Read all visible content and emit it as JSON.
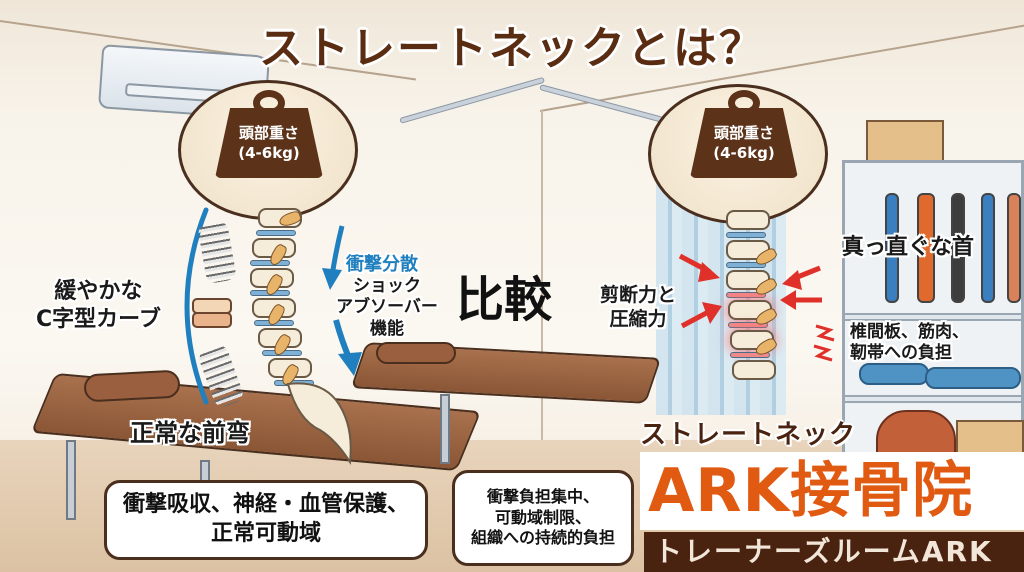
{
  "title": "ストレートネックとは？",
  "compare_label": "比較",
  "normal_side": {
    "weight_label_line1": "頭部重さ",
    "weight_label_line2": "(4-6kg)",
    "curve_label_line1": "緩やかな",
    "curve_label_line2": "C字型カーブ",
    "lordosis_label": "正常な前弯",
    "shock_title": "衝撃分散",
    "shock_line1": "ショック",
    "shock_line2": "アブソーバー",
    "shock_line3": "機能",
    "benefit_line1": "衝撃吸収、神経・血管保護、",
    "benefit_line2": "正常可動域"
  },
  "straight_side": {
    "weight_label_line1": "頭部重さ",
    "weight_label_line2": "(4-6kg)",
    "straight_neck_label": "真っ直ぐな首",
    "force_line1": "剪断力と",
    "force_line2": "圧縮力",
    "burden_line1": "椎間板、筋肉、",
    "burden_line2": "靭帯への負担",
    "caption": "ストレートネック",
    "problem_line1": "衝撃負担集中、",
    "problem_line2": "可動域制限、",
    "problem_line3": "組織への持続的負担"
  },
  "brand": {
    "name": "ARK接骨院",
    "sub": "トレーナーズルームARK"
  },
  "colors": {
    "title_brown": "#5a2d12",
    "accent_blue": "#1f7fbf",
    "arrow_red": "#e0302a",
    "brand_orange": "#e05a12",
    "brand_dark": "#4a2210"
  }
}
